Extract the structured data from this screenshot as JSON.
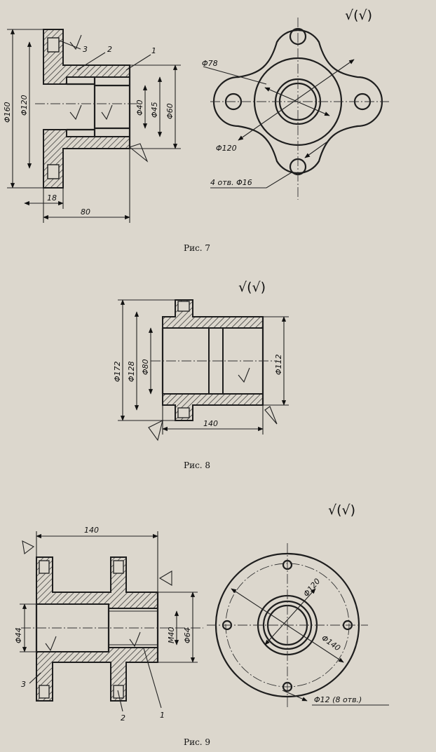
{
  "fig7": {
    "caption": "Рис. 7",
    "dims": {
      "d160": "Φ160",
      "d120": "Φ120",
      "d40": "Φ40",
      "d45": "Φ45",
      "d60": "Φ60",
      "l18": "18",
      "l80": "80"
    },
    "plan_dims": {
      "d78": "Φ78",
      "d120": "Φ120",
      "holes": "4 отв. Φ16"
    },
    "labels": {
      "p1": "1",
      "p2": "2",
      "p3": "3"
    },
    "roughness": "√(√)"
  },
  "fig8": {
    "caption": "Рис. 8",
    "dims": {
      "d172": "Φ172",
      "d128": "Φ128",
      "d80": "Φ80",
      "d112": "Φ112",
      "l140": "140"
    },
    "roughness": "√(√)"
  },
  "fig9": {
    "caption": "Рис. 9",
    "dims": {
      "l140": "140",
      "d44": "Φ44",
      "m40": "M40",
      "d64": "Φ64"
    },
    "plan_dims": {
      "d120": "Φ120",
      "d140": "Φ140",
      "holes": "Φ12 (8 отв.)"
    },
    "labels": {
      "p1": "1",
      "p2": "2",
      "p3": "3"
    },
    "roughness": "√(√)"
  }
}
